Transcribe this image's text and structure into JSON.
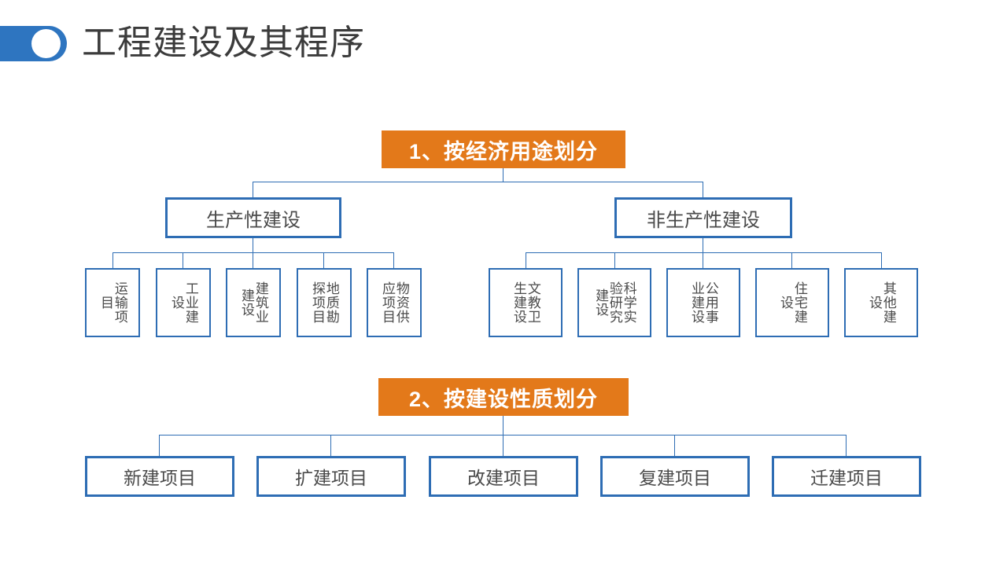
{
  "header": {
    "title": "工程建设及其程序",
    "badge_icon": "circle-badge",
    "accent_blue": "#2E75C0"
  },
  "colors": {
    "orange": "#E3791A",
    "blue_border": "#2E6DB4",
    "text_gray": "#4A4A4A"
  },
  "section1": {
    "heading": "1、按经济用途划分",
    "branches": [
      {
        "label": "生产性建设",
        "leaves": [
          "运输项目",
          "工业建设",
          "建筑业建设",
          "地质勘探项目",
          "物资供应项目"
        ]
      },
      {
        "label": "非生产性建设",
        "leaves": [
          "文教卫生建设",
          "科学实验研究建设",
          "公用事业建设",
          "住宅建设",
          "其他建设"
        ]
      }
    ]
  },
  "section2": {
    "heading": "2、按建设性质划分",
    "items": [
      "新建项目",
      "扩建项目",
      "改建项目",
      "复建项目",
      "迁建项目"
    ]
  }
}
